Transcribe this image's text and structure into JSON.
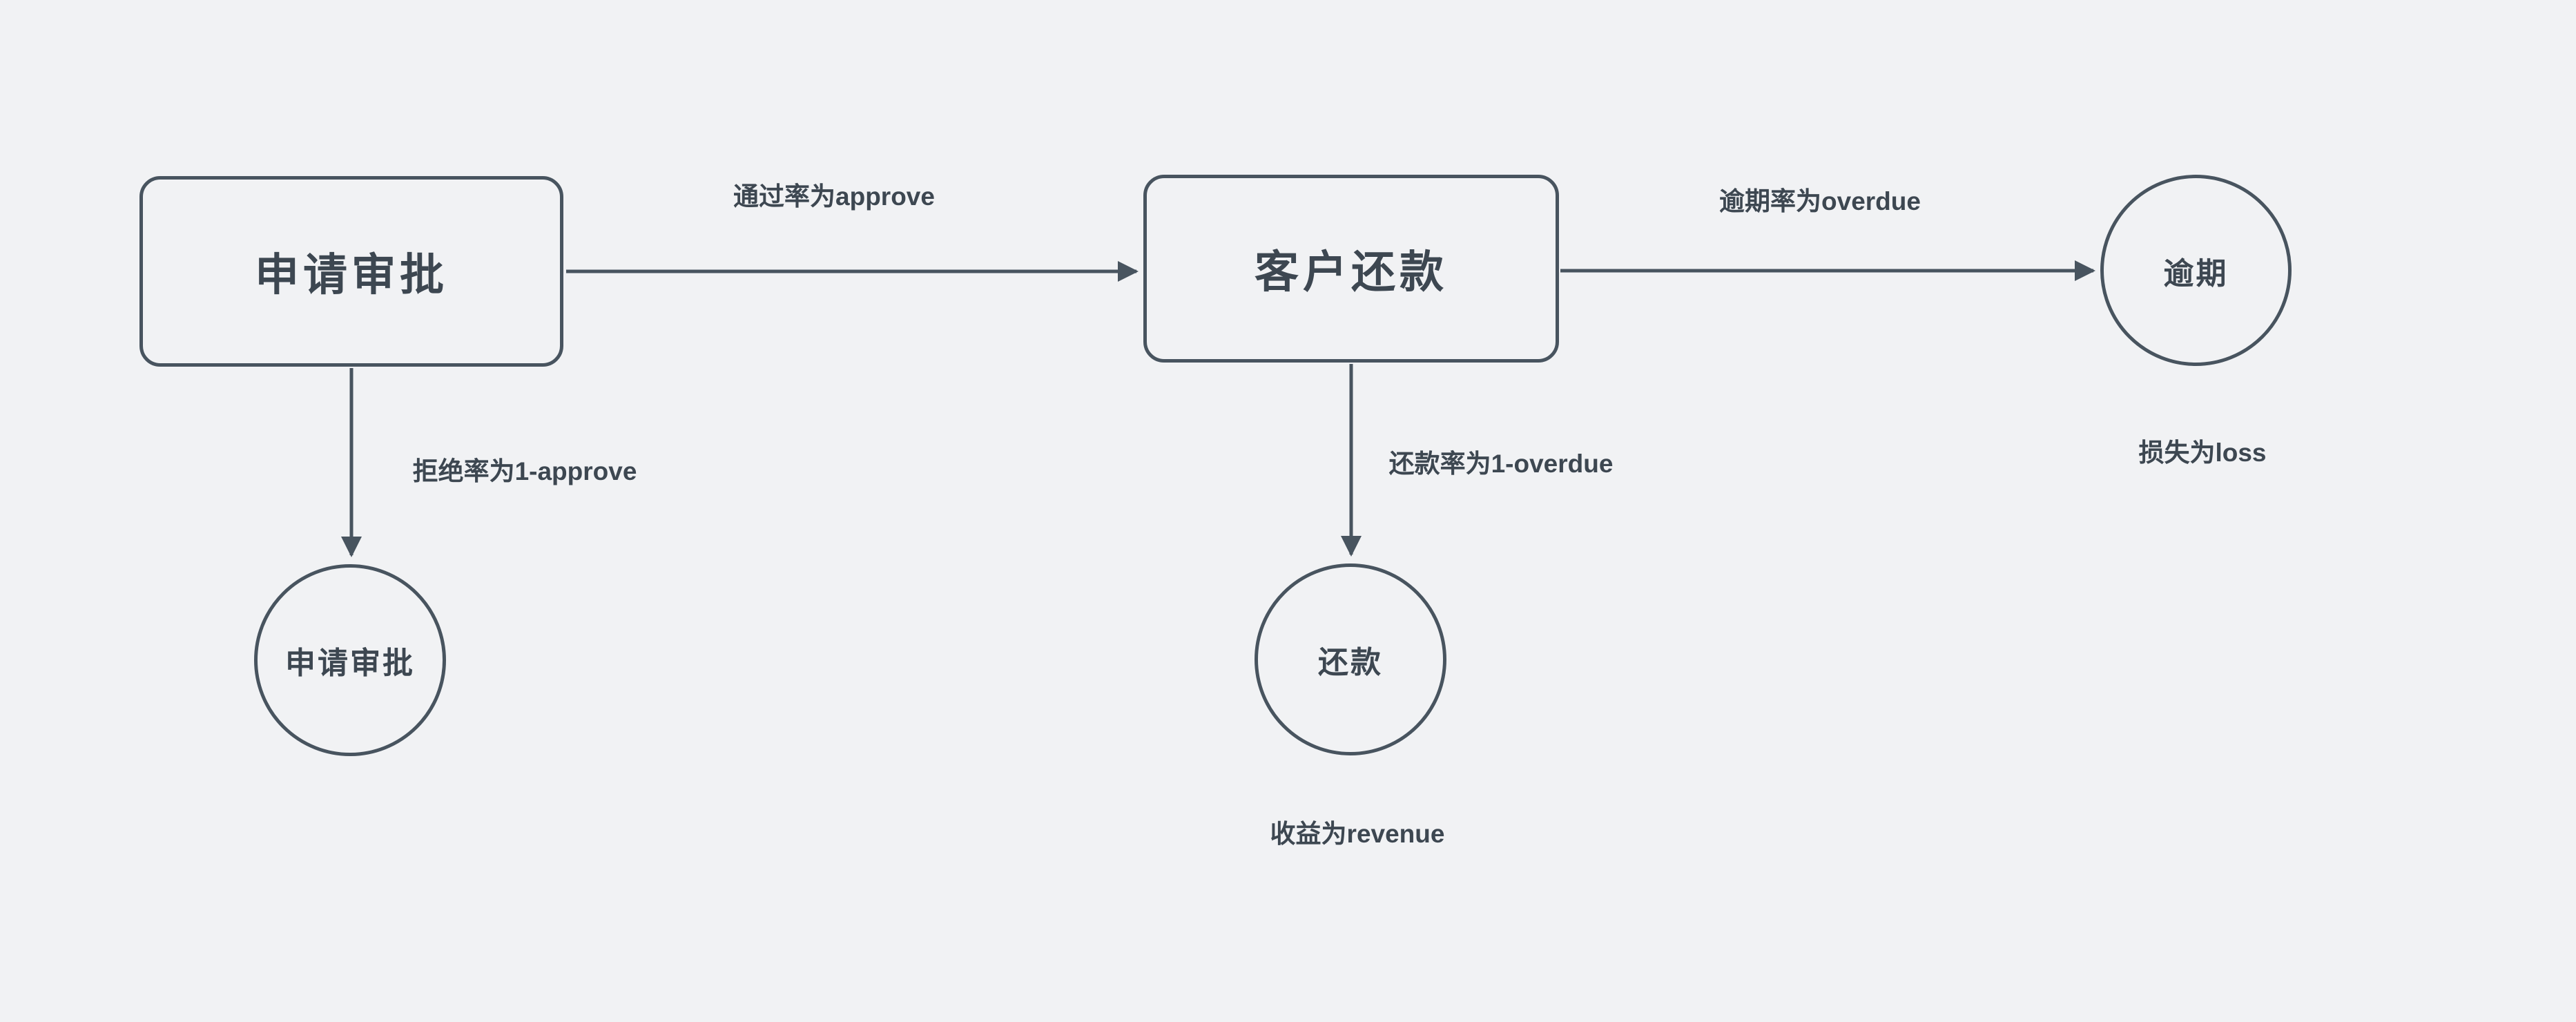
{
  "page": {
    "colors": {
      "bg": "#f1f2f4",
      "stroke": "#48545f",
      "text": "#3d4751"
    }
  },
  "diagram": {
    "nodes": {
      "approval_box": {
        "shape": "rounded-rect",
        "label": "申请审批"
      },
      "repayment_box": {
        "shape": "rounded-rect",
        "label": "客户还款"
      },
      "overdue_circle": {
        "shape": "circle",
        "label": "逾期"
      },
      "rejected_circle": {
        "shape": "circle",
        "label": "申请审批"
      },
      "repaid_circle": {
        "shape": "circle",
        "label": "还款"
      }
    },
    "edge_labels": {
      "approve": "通过率为approve",
      "overdue": "逾期率为overdue",
      "reject": "拒绝率为1-approve",
      "repay": "还款率为1-overdue"
    },
    "annotations": {
      "loss": "损失为loss",
      "revenue": "收益为revenue"
    }
  }
}
